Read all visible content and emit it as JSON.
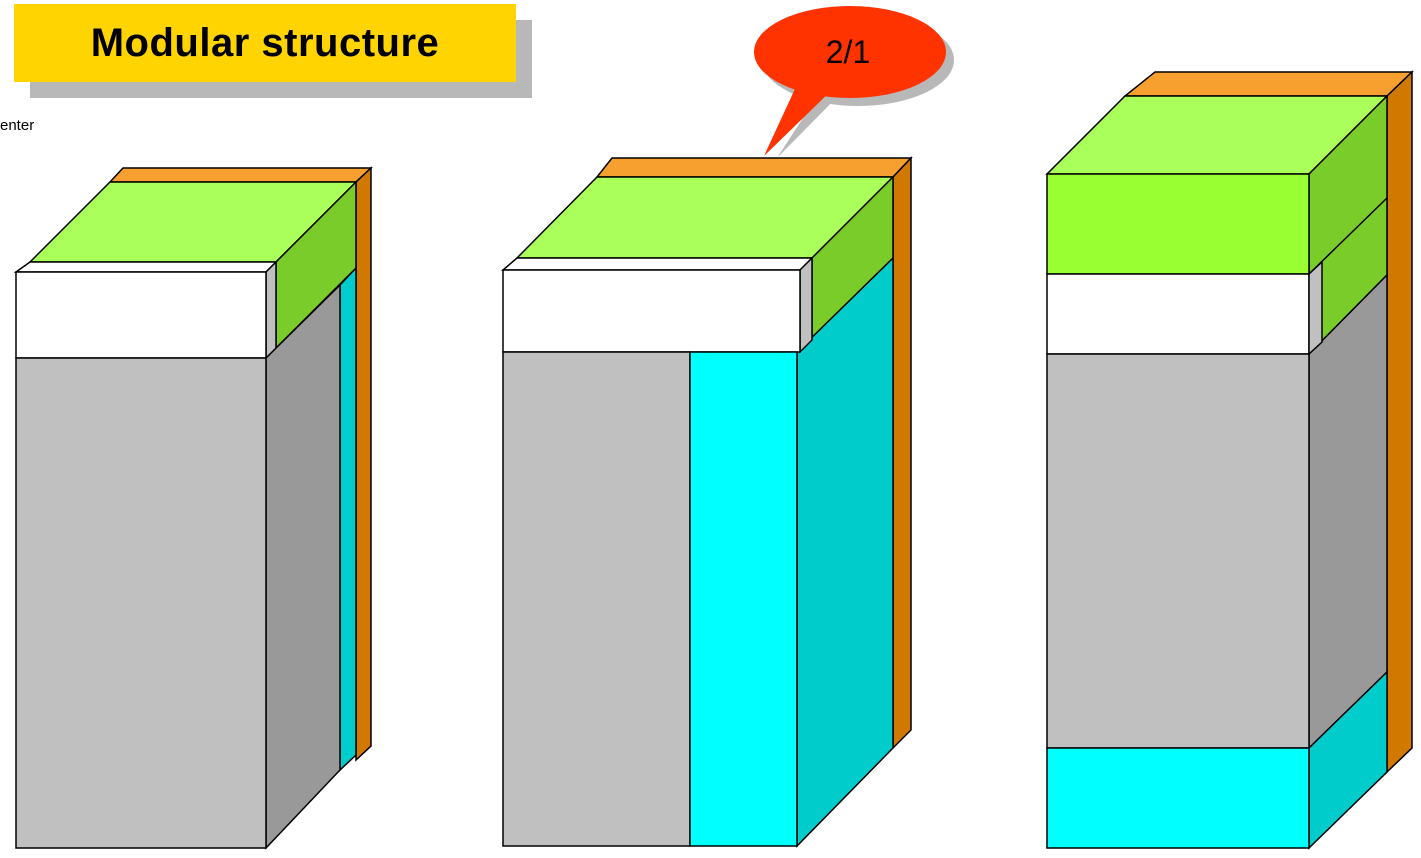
{
  "title": "Modular structure",
  "side_label": "enter",
  "callout": {
    "text": "2/1"
  },
  "colors": {
    "title_fill": "#ffd400",
    "callout_fill": "#ff3300",
    "orange_top": "#f7a030",
    "orange_side": "#d07800",
    "green_top": "#aaff5a",
    "green_side": "#7acc2a",
    "green_front": "#99ff33",
    "white_front": "#ffffff",
    "gray_front": "#c0c0c0",
    "gray_side": "#999999",
    "cyan_front": "#00ffff",
    "cyan_side": "#00cccc"
  },
  "modules": [
    {
      "name": "left-module",
      "front_layers": [
        "white",
        "gray"
      ],
      "side_layers": [
        "green",
        "gray",
        "cyan",
        "orange"
      ]
    },
    {
      "name": "center-module",
      "front_layers": [
        "white",
        "gray",
        "cyan"
      ],
      "side_layers": [
        "green",
        "cyan",
        "orange"
      ]
    },
    {
      "name": "right-module",
      "front_layers": [
        "green",
        "white",
        "gray",
        "cyan"
      ],
      "side_layers": [
        "green",
        "gray",
        "cyan",
        "orange"
      ]
    }
  ]
}
